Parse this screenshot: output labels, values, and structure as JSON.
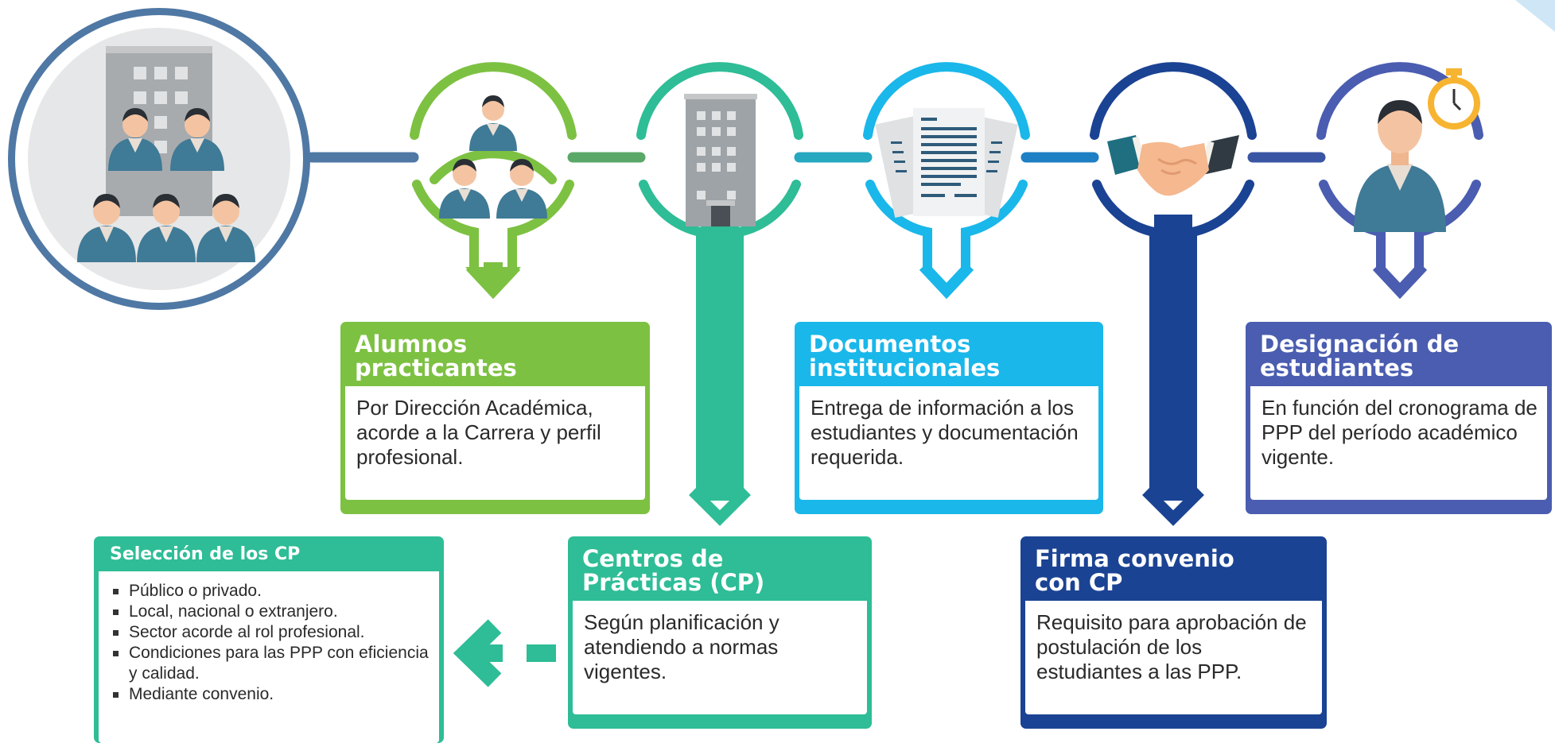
{
  "colors": {
    "stage_students": "#7dc142",
    "stage_centers": "#2ebd96",
    "stage_documents": "#1ab7ea",
    "stage_agreement": "#1b4393",
    "stage_designation": "#4a5db0",
    "origin": "#4f78a4",
    "figure_blue": "#3f7a96",
    "building_gray": "#9ea3a7"
  },
  "icons": {
    "origin": "institution-group-icon",
    "students": "students-group-icon",
    "centers": "building-icon",
    "documents": "documents-icon",
    "agreement": "handshake-icon",
    "designation": "student-stopwatch-icon"
  },
  "cards": {
    "students": {
      "title_line1": "Alumnos",
      "title_line2": "practicantes",
      "body": "Por Dirección Académica, acorde a la Carrera y perfil profesional."
    },
    "centers": {
      "title_line1": "Centros de",
      "title_line2": "Prácticas (CP)",
      "body": "Según planificación y atendiendo a normas vigentes."
    },
    "documents": {
      "title_line1": "Documentos",
      "title_line2": "institucionales",
      "body": "Entrega de información a los estudiantes y documentación requerida."
    },
    "agreement": {
      "title_line1": "Firma convenio",
      "title_line2": "con CP",
      "body": "Requisito para aprobación de postulación de los estudiantes a las PPP."
    },
    "designation": {
      "title_line1": "Designación de",
      "title_line2": "estudiantes",
      "body": "En función del cronograma de PPP del período académico vigente."
    },
    "selection": {
      "title": "Selección de los CP",
      "items": [
        "Público o privado.",
        "Local, nacional o extranjero.",
        "Sector acorde al rol profesional.",
        "Condiciones para las PPP con eficiencia y calidad.",
        "Mediante convenio."
      ]
    }
  }
}
